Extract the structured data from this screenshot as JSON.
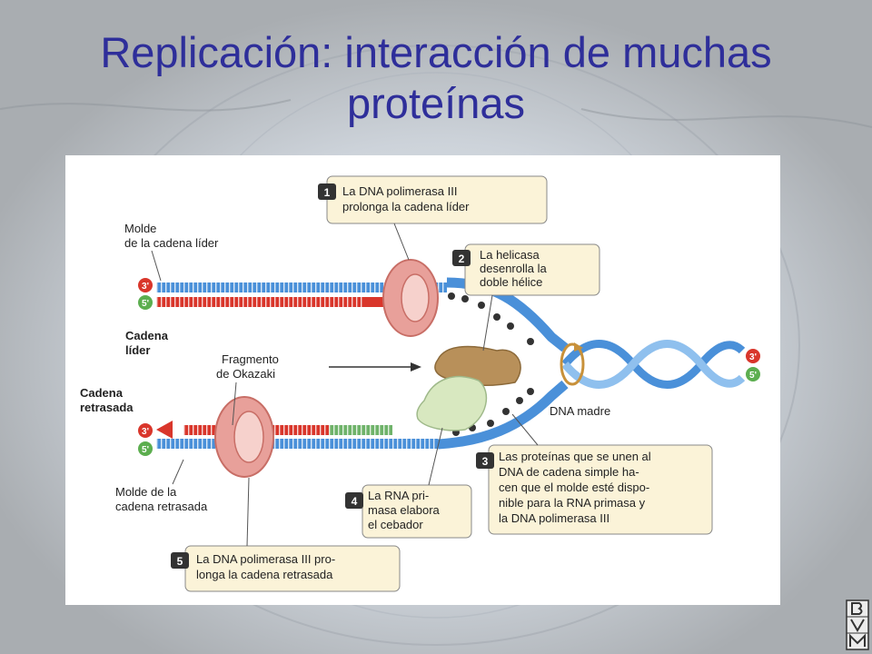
{
  "slide": {
    "title_line1": "Replicación: interacción de muchas",
    "title_line2": "proteínas"
  },
  "diagram": {
    "callouts": [
      {
        "number": "1",
        "lines": [
          "La DNA polimerasa III",
          "prolonga la cadena líder"
        ]
      },
      {
        "number": "2",
        "lines": [
          "La helicasa",
          "desenrolla la",
          "doble hélice"
        ]
      },
      {
        "number": "3",
        "lines": [
          "Las proteínas que se unen al",
          "DNA de cadena simple ha-",
          "cen que el molde esté dispo-",
          "nible para la RNA primasa y",
          "la DNA polimerasa III"
        ]
      },
      {
        "number": "4",
        "lines": [
          "La RNA pri-",
          "masa elabora",
          "el cebador"
        ]
      },
      {
        "number": "5",
        "lines": [
          "La DNA polimerasa III pro-",
          "longa la cadena retrasada"
        ]
      }
    ],
    "labels": {
      "molde_lider": [
        "Molde",
        "de la cadena líder"
      ],
      "cadena_lider": [
        "Cadena",
        "líder"
      ],
      "fragmento": [
        "Fragmento",
        "de Okazaki"
      ],
      "cadena_retrasada": [
        "Cadena",
        "retrasada"
      ],
      "molde_retrasada": [
        "Molde de la",
        "cadena retrasada"
      ],
      "dna_madre": "DNA madre"
    },
    "strand_ends": {
      "three_prime": "3'",
      "five_prime": "5'"
    }
  },
  "colors": {
    "title": "#2e2e9a",
    "template_strand": "#4a90d9",
    "leading_strand": "#d9362b",
    "okazaki": "#6fb36a",
    "polymerase": "#e8a09a",
    "helicase": "#b8905a",
    "primase": "#d8e8c0",
    "callout_box": "#fbf3d8",
    "end_3": "#d9362b",
    "end_5": "#5cae4f"
  }
}
